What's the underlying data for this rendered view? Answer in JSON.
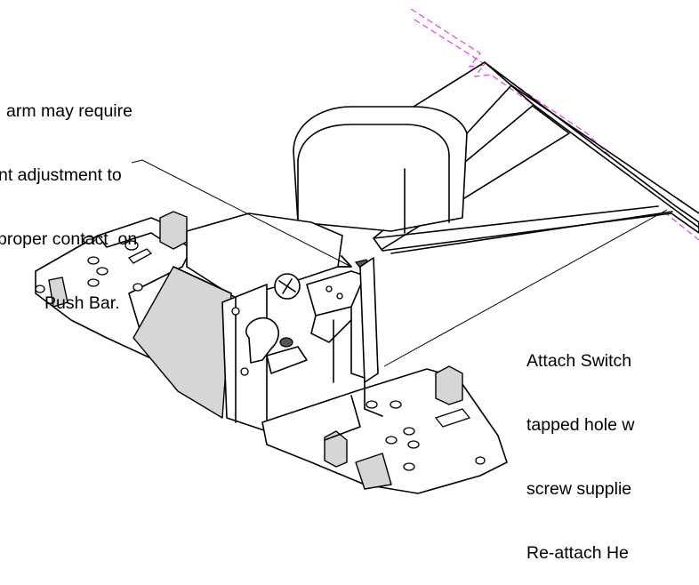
{
  "diagram": {
    "callouts": {
      "top_left": {
        "lines": [
          "arm may require",
          "nt adjustment to",
          "proper contact  on",
          "Push Bar."
        ]
      },
      "right": {
        "lines": [
          "Attach Switch",
          "tapped hole w",
          "screw supplie",
          "Re-attach He"
        ]
      }
    },
    "colors": {
      "line": "#000000",
      "background": "#ffffff",
      "break_line": "#e63fe6",
      "shading": "#d6d6d6"
    }
  }
}
